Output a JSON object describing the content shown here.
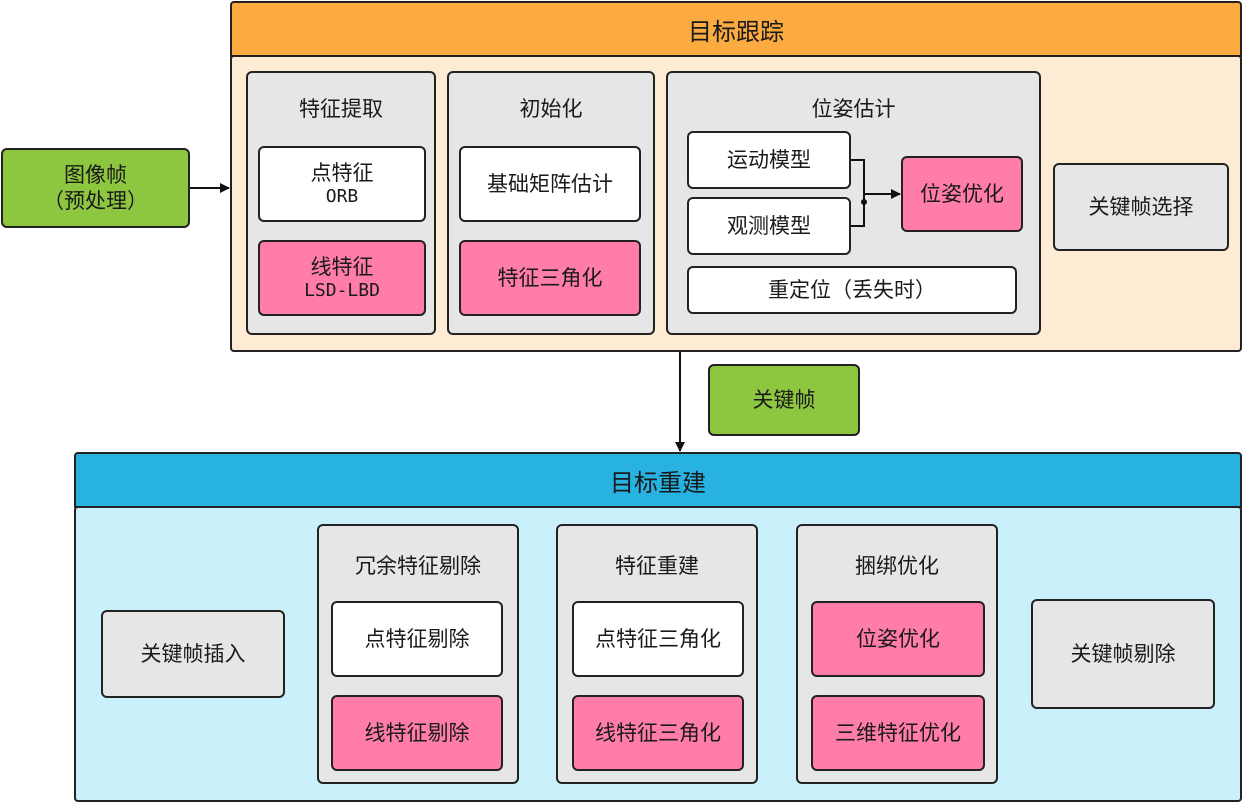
{
  "input_node": {
    "line1": "图像帧",
    "line2": "（预处理）"
  },
  "tracking": {
    "title": "目标跟踪",
    "feature_extraction": {
      "title": "特征提取",
      "point": {
        "line1": "点特征",
        "line2": "ORB"
      },
      "line": {
        "line1": "线特征",
        "line2": "LSD-LBD"
      }
    },
    "initialization": {
      "title": "初始化",
      "fundamental": "基础矩阵估计",
      "triangulation": "特征三角化"
    },
    "pose_estimation": {
      "title": "位姿估计",
      "motion_model": "运动模型",
      "observation_model": "观测模型",
      "pose_optimization": "位姿优化",
      "relocalization": "重定位（丢失时）"
    },
    "keyframe_selection": "关键帧选择"
  },
  "keyframe_node": "关键帧",
  "reconstruction": {
    "title": "目标重建",
    "keyframe_insertion": "关键帧插入",
    "redundant_removal": {
      "title": "冗余特征剔除",
      "point": "点特征剔除",
      "line": "线特征剔除"
    },
    "feature_reconstruction": {
      "title": "特征重建",
      "point": "点特征三角化",
      "line": "线特征三角化"
    },
    "bundle_adjustment": {
      "title": "捆绑优化",
      "pose": "位姿优化",
      "feature3d": "三维特征优化"
    },
    "keyframe_removal": "关键帧剔除"
  },
  "colors": {
    "tracking_header": "#fbab40",
    "tracking_body": "#feebd3",
    "reconstruction_header": "#28b2e2",
    "reconstruction_body": "#c9f0fb",
    "pink": "#ff7cab",
    "green": "#8dc63f",
    "gray": "#e6e6e6"
  }
}
